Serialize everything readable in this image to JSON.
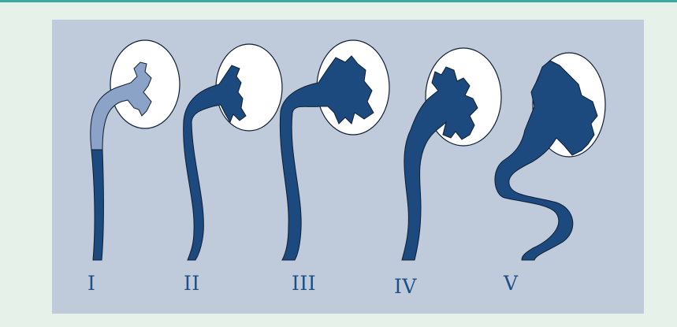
{
  "diagram": {
    "grades": [
      {
        "label": "I",
        "ureter_reflux": "partial"
      },
      {
        "label": "II",
        "ureter_reflux": "full"
      },
      {
        "label": "III",
        "ureter_reflux": "full"
      },
      {
        "label": "IV",
        "ureter_reflux": "full"
      },
      {
        "label": "V",
        "ureter_reflux": "full"
      }
    ],
    "colors": {
      "page_background": "#e6f1e9",
      "top_rule": "#3fa9a3",
      "panel_background": "#bfcadb",
      "kidney_fill": "#ffffff",
      "reflux_fill": "#1c4a7e",
      "partial_reflux_fill": "#8aa3c6",
      "outline": "#0e1e33",
      "label_color": "#1e4f86"
    }
  }
}
